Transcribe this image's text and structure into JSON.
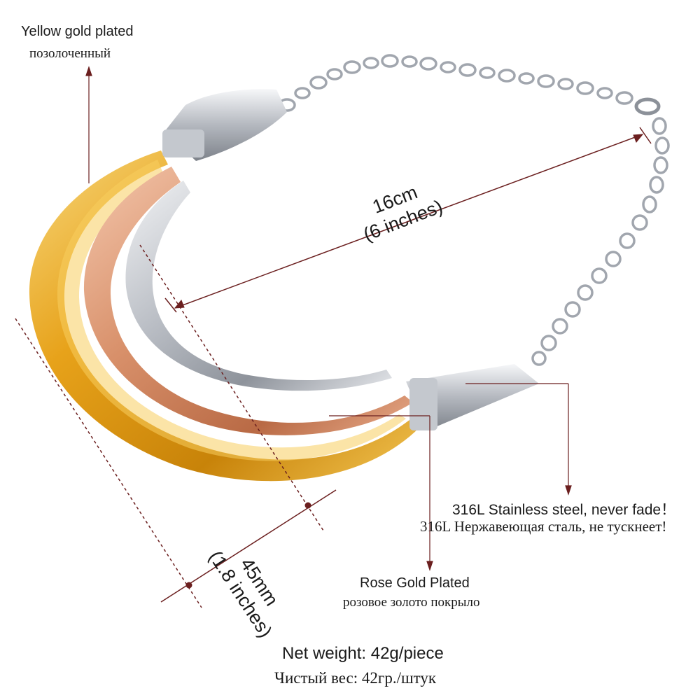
{
  "labels": {
    "yellow_gold_en": "Yellow gold plated",
    "yellow_gold_ru": "позолоченный",
    "length_cm": "16cm",
    "length_in": "(6 inches)",
    "steel_en": "316L Stainless steel, never fade！",
    "steel_ru": "316L Нержавеющая сталь, не тускнеет!",
    "rose_gold_en": "Rose Gold Plated",
    "rose_gold_ru": "розовое золото покрыло",
    "width_mm": "45mm",
    "width_in": "(1.8 inches)",
    "weight_en": "Net weight: 42g/piece",
    "weight_ru": "Чистый вес: 42гр./штук"
  },
  "colors": {
    "leader_line": "#6b1f1f",
    "gold": "#e8a21c",
    "rose_gold": "#d08a64",
    "silver": "#c9ccd2",
    "chain": "#9aa0a8"
  }
}
